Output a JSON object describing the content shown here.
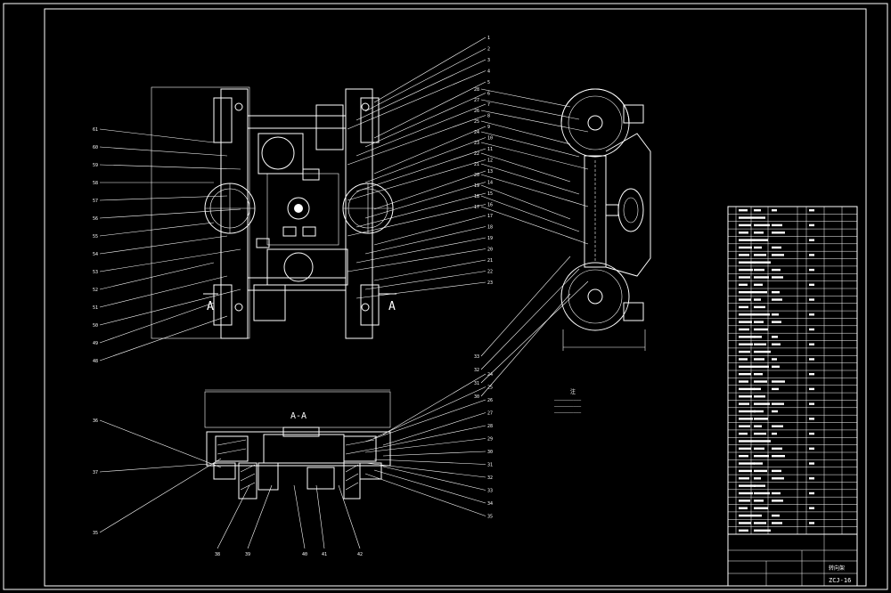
{
  "section_marker": "A",
  "section_title": "A-A",
  "main_view": {
    "left_callouts": [
      "61",
      "60",
      "59",
      "58",
      "57",
      "56",
      "55",
      "54",
      "53",
      "52",
      "51",
      "50",
      "49",
      "48"
    ],
    "right_callouts": [
      "1",
      "2",
      "3",
      "4",
      "5",
      "6",
      "7",
      "8",
      "9",
      "10",
      "11",
      "12",
      "13",
      "14",
      "15",
      "16",
      "17",
      "18",
      "19",
      "20",
      "21",
      "22",
      "23"
    ]
  },
  "side_view": {
    "left_callouts": [
      "28",
      "27",
      "26",
      "25",
      "24",
      "23",
      "22",
      "21",
      "20",
      "19",
      "18",
      "17",
      "33",
      "32",
      "31",
      "30"
    ]
  },
  "section_view": {
    "left_callouts": [
      "36",
      "37",
      "35"
    ],
    "bottom_callouts": [
      "38",
      "39",
      "40",
      "41",
      "42"
    ],
    "right_callouts": [
      "24",
      "25",
      "26",
      "27",
      "28",
      "29",
      "30",
      "31",
      "32",
      "33",
      "34",
      "35"
    ]
  },
  "notes": {
    "title": "注",
    "lines": [
      "——————————",
      "——————————",
      "——————————"
    ]
  },
  "bom": {
    "row_count": 44,
    "header": [
      "序号",
      "代号",
      "名称",
      "数量",
      "材料",
      "备注"
    ]
  },
  "title_block": {
    "drawing_number": "ZCJ-16",
    "name": "转向架"
  }
}
